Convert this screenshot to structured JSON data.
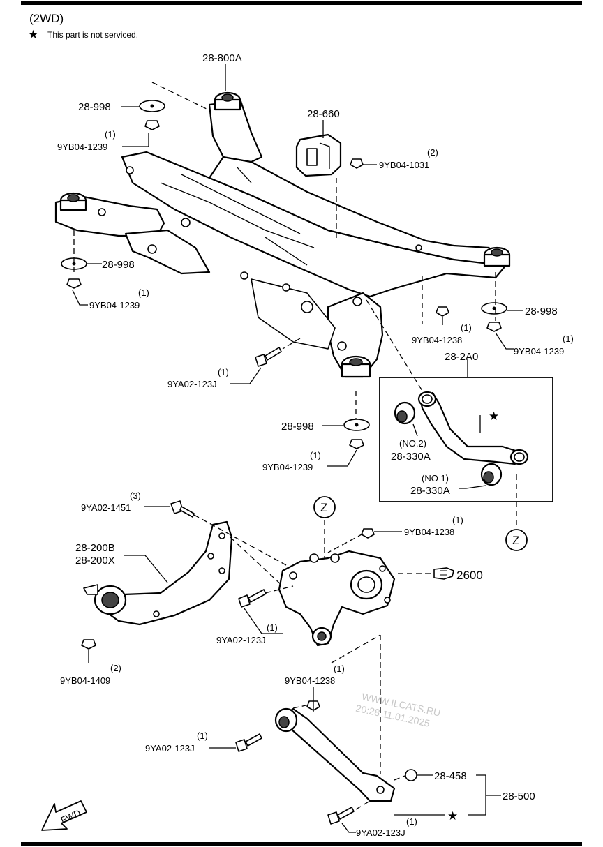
{
  "header": {
    "variant": "(2WD)",
    "legend_symbol": "★",
    "legend_text": "This part is not serviced."
  },
  "callouts": {
    "c_28_800A": "28-800A",
    "c_28_998_a": "28-998",
    "c_9YB04_1239_a_qty": "(1)",
    "c_9YB04_1239_a": "9YB04-1239",
    "c_28_660": "28-660",
    "c_9YB04_1031_qty": "(2)",
    "c_9YB04_1031": "9YB04-1031",
    "c_28_998_b": "28-998",
    "c_9YB04_1239_b_qty": "(1)",
    "c_9YB04_1239_b": "9YB04-1239",
    "c_28_998_c": "28-998",
    "c_9YB04_1238_a_qty": "(1)",
    "c_9YB04_1238_a": "9YB04-1238",
    "c_9YB04_1239_c_qty": "(1)",
    "c_9YB04_1239_c": "9YB04-1239",
    "c_28_2A0": "28-2A0",
    "c_9YA02_123J_a_qty": "(1)",
    "c_9YA02_123J_a": "9YA02-123J",
    "c_28_998_d": "28-998",
    "c_9YB04_1239_d_qty": "(1)",
    "c_9YB04_1239_d": "9YB04-1239",
    "c_no2": "(NO.2)",
    "c_28_330A_a": "28-330A",
    "c_no1": "(NO 1)",
    "c_28_330A_b": "28-330A",
    "c_star": "★",
    "c_9YA02_1451_qty": "(3)",
    "c_9YA02_1451": "9YA02-1451",
    "c_Z_a": "Z",
    "c_9YB04_1238_b_qty": "(1)",
    "c_9YB04_1238_b": "9YB04-1238",
    "c_Z_b": "Z",
    "c_28_200B": "28-200B",
    "c_28_200X": "28-200X",
    "c_2600": "2600",
    "c_9YA02_123J_b_qty": "(1)",
    "c_9YA02_123J_b": "9YA02-123J",
    "c_9YB04_1409_qty": "(2)",
    "c_9YB04_1409": "9YB04-1409",
    "c_9YB04_1238_c_qty": "(1)",
    "c_9YB04_1238_c": "9YB04-1238",
    "c_9YA02_123J_c_qty": "(1)",
    "c_9YA02_123J_c": "9YA02-123J",
    "c_28_458": "28-458",
    "c_28_500": "28-500",
    "c_star_b": "★",
    "c_9YA02_123J_d_qty": "(1)",
    "c_9YA02_123J_d": "9YA02-123J",
    "c_fwd": "FWD"
  },
  "watermark": {
    "line1": "WWW.ILCATS.RU",
    "line2": "20:28 11.01.2025"
  },
  "icons": [
    "star-icon",
    "fwd-arrow-icon",
    "reference-hand-icon"
  ],
  "colors": {
    "ink": "#000000",
    "paper": "#ffffff",
    "watermark": "#c8c8c8"
  }
}
